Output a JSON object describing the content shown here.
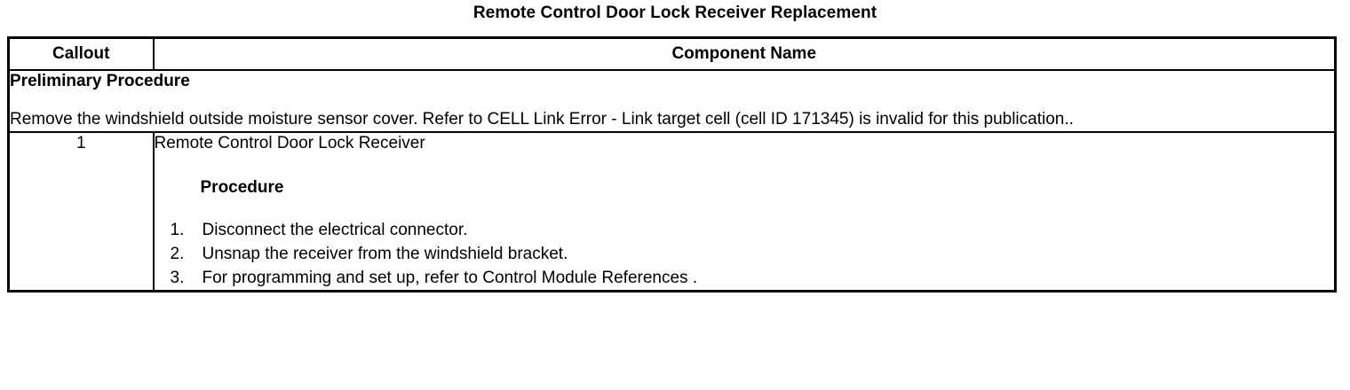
{
  "document": {
    "title": "Remote Control Door Lock Receiver Replacement"
  },
  "table": {
    "headers": {
      "callout": "Callout",
      "component": "Component Name"
    },
    "preliminary": {
      "heading": "Preliminary Procedure",
      "text": "Remove the windshield outside moisture sensor cover. Refer to CELL Link Error - Link target cell (cell ID 171345) is invalid for this publication.."
    },
    "rows": [
      {
        "callout": "1",
        "component_name": "Remote Control Door Lock Receiver",
        "subheading": "Procedure",
        "steps": [
          {
            "number": "1.",
            "text": "Disconnect the electrical connector."
          },
          {
            "number": "2.",
            "text": "Unsnap the receiver from the windshield bracket."
          },
          {
            "number": "3.",
            "text": "For programming and set up, refer to Control Module References ."
          }
        ]
      }
    ]
  }
}
